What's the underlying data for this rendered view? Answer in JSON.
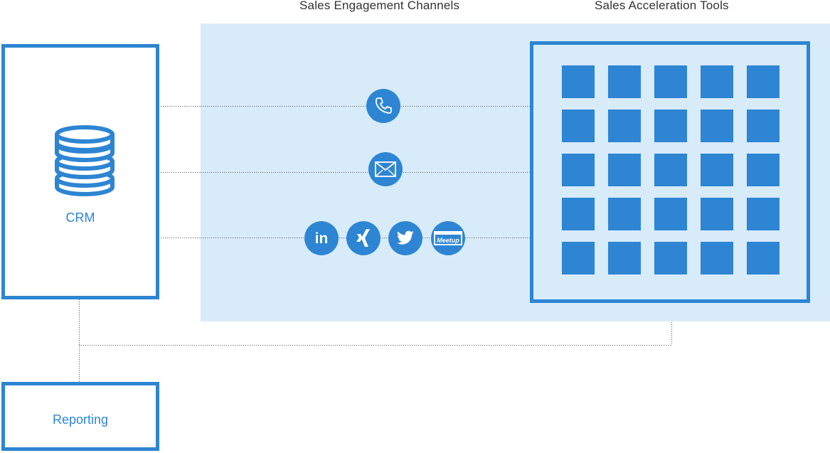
{
  "headings": {
    "channels": "Sales Engagement Channels",
    "tools": "Sales Acceleration Tools"
  },
  "crm": {
    "label": "CRM",
    "icon": "database-icon"
  },
  "reporting": {
    "label": "Reporting"
  },
  "channels": [
    {
      "name": "phone",
      "icon": "phone-icon"
    },
    {
      "name": "email",
      "icon": "envelope-icon"
    },
    {
      "name": "linkedin",
      "icon": "linkedin-icon",
      "text": "in"
    },
    {
      "name": "xing",
      "icon": "xing-icon"
    },
    {
      "name": "twitter",
      "icon": "twitter-icon"
    },
    {
      "name": "meetup",
      "icon": "meetup-icon",
      "text": "Meetup"
    }
  ],
  "tools_grid": {
    "rows": 5,
    "columns": 5
  },
  "colors": {
    "accent": "#2d85d3",
    "panel_background": "#d8ebf9",
    "connector": "#666666"
  }
}
